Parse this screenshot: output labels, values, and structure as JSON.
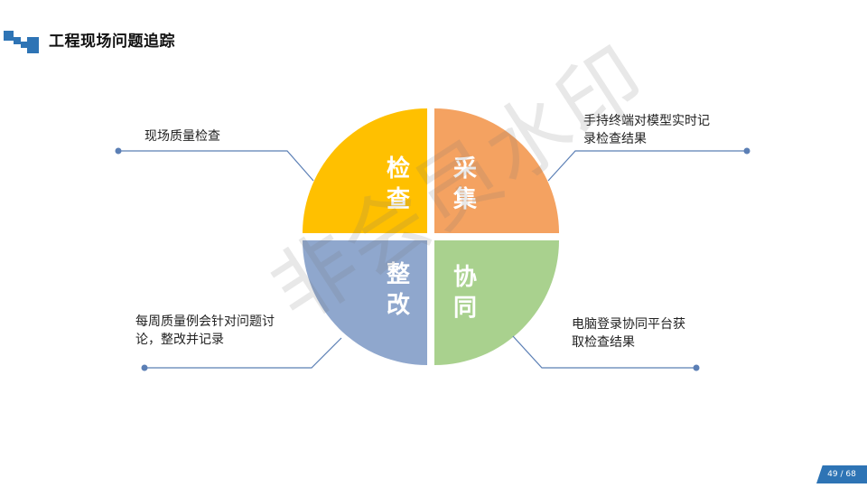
{
  "header": {
    "title": "工程现场问题追踪"
  },
  "quadrants": [
    {
      "id": "inspect",
      "chars": [
        "检",
        "查"
      ],
      "color": "#ffc000"
    },
    {
      "id": "collect",
      "chars": [
        "采",
        "集"
      ],
      "color": "#f4a261"
    },
    {
      "id": "rectify",
      "chars": [
        "整",
        "改"
      ],
      "color": "#8fa7cd"
    },
    {
      "id": "collab",
      "chars": [
        "协",
        "同"
      ],
      "color": "#a9d18e"
    }
  ],
  "callouts": {
    "top_left": [
      "现场质量检查"
    ],
    "top_right": [
      "手持终端对模型实时记",
      "录检查结果"
    ],
    "bottom_left": [
      "每周质量例会针对问题讨",
      "论，整改并记录"
    ],
    "bottom_right": [
      "电脑登录协同平台获",
      "取检查结果"
    ]
  },
  "watermark": "非会员水印",
  "pager": {
    "text": "49 / 68"
  },
  "colors": {
    "accent": "#2e74b5",
    "leader_line": "#5b7fb5"
  }
}
